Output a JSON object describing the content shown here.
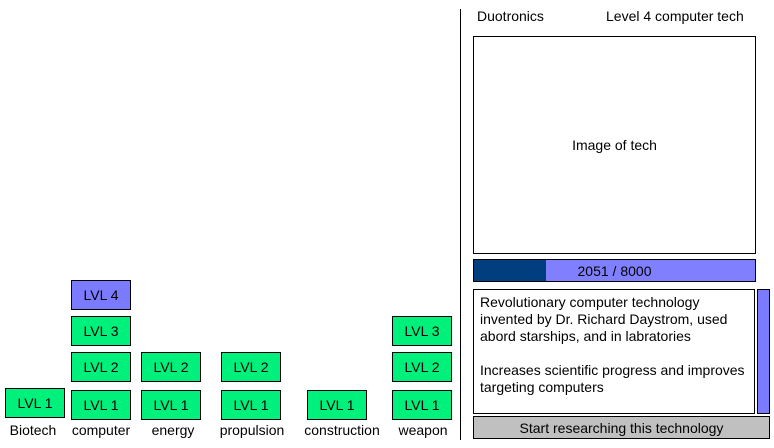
{
  "tree": {
    "categories": [
      {
        "label": "Biotech"
      },
      {
        "label": "computer"
      },
      {
        "label": "energy"
      },
      {
        "label": "propulsion"
      },
      {
        "label": "construction"
      },
      {
        "label": "weapon"
      }
    ],
    "tiles": {
      "biotech_1": "LVL 1",
      "computer_1": "LVL 1",
      "computer_2": "LVL 2",
      "computer_3": "LVL 3",
      "computer_4": "LVL 4",
      "energy_1": "LVL 1",
      "energy_2": "LVL 2",
      "propulsion_1": "LVL 1",
      "propulsion_2": "LVL 2",
      "construction_1": "LVL 1",
      "weapon_1": "LVL 1",
      "weapon_2": "LVL 2",
      "weapon_3": "LVL 3"
    },
    "selected": "computer_4"
  },
  "details": {
    "company": "Duotronics",
    "title": "Level 4 computer tech",
    "image_placeholder": "Image of tech",
    "progress": {
      "current": 2051,
      "total": 8000,
      "label": "2051 / 8000"
    },
    "description": [
      "Revolutionary computer technology invented by Dr. Richard Daystrom, used abord starships, and in labratories",
      "Increases scientific progress and improves targeting computers"
    ],
    "research_button": "Start researching this technology"
  },
  "colors": {
    "tile_green": "#00f07c",
    "tile_selected": "#7b7bff",
    "progress_fill": "#003e80",
    "progress_track": "#8080ff",
    "button_gray": "#c0c0c0"
  }
}
